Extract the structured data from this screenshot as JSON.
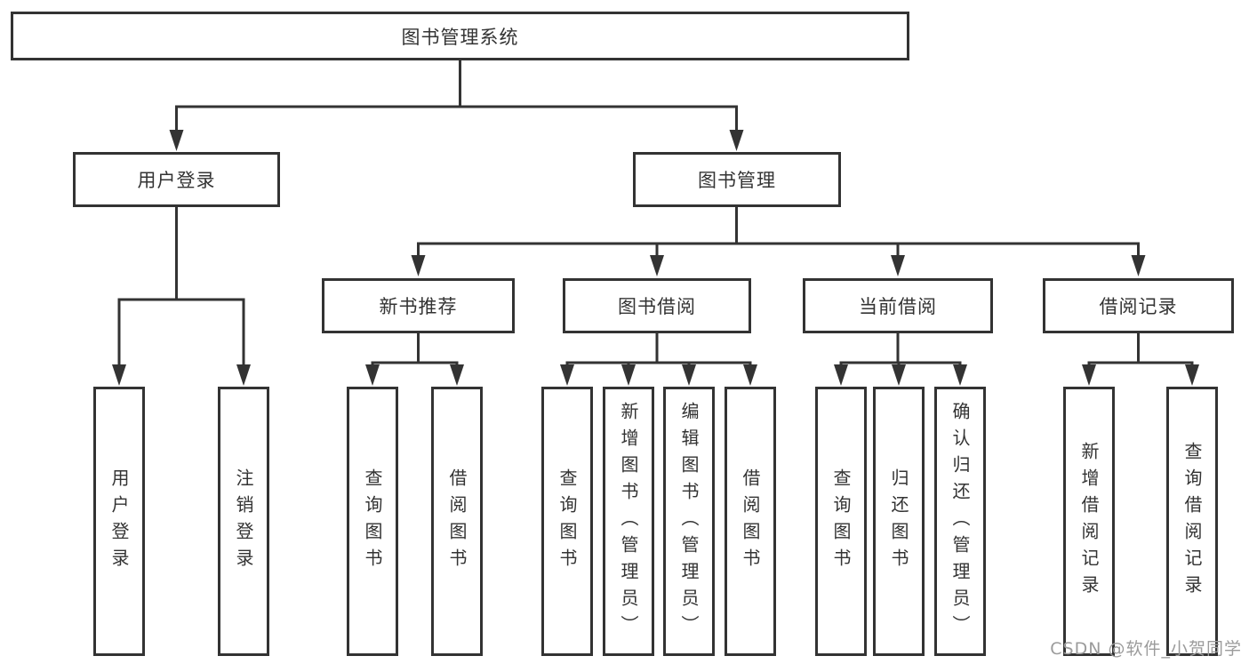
{
  "diagram": {
    "root": "图书管理系统",
    "branches": [
      {
        "label": "用户登录",
        "leaves": [
          "用户登录",
          "注销登录"
        ]
      },
      {
        "label": "图书管理",
        "groups": [
          {
            "label": "新书推荐",
            "leaves": [
              "查询图书",
              "借阅图书"
            ]
          },
          {
            "label": "图书借阅",
            "leaves": [
              "查询图书",
              "新增图书（管理员）",
              "编辑图书（管理员）",
              "借阅图书"
            ]
          },
          {
            "label": "当前借阅",
            "leaves": [
              "查询图书",
              "归还图书",
              "确认归还（管理员）"
            ]
          },
          {
            "label": "借阅记录",
            "leaves": [
              "新增借阅记录",
              "查询借阅记录"
            ]
          }
        ]
      }
    ]
  },
  "watermark": "CSDN @软件_小贺同学",
  "colors": {
    "line": "#333333",
    "text": "#333333",
    "box_background": "#ffffff",
    "watermark": "#9b9b9b",
    "background": "#ffffff"
  }
}
